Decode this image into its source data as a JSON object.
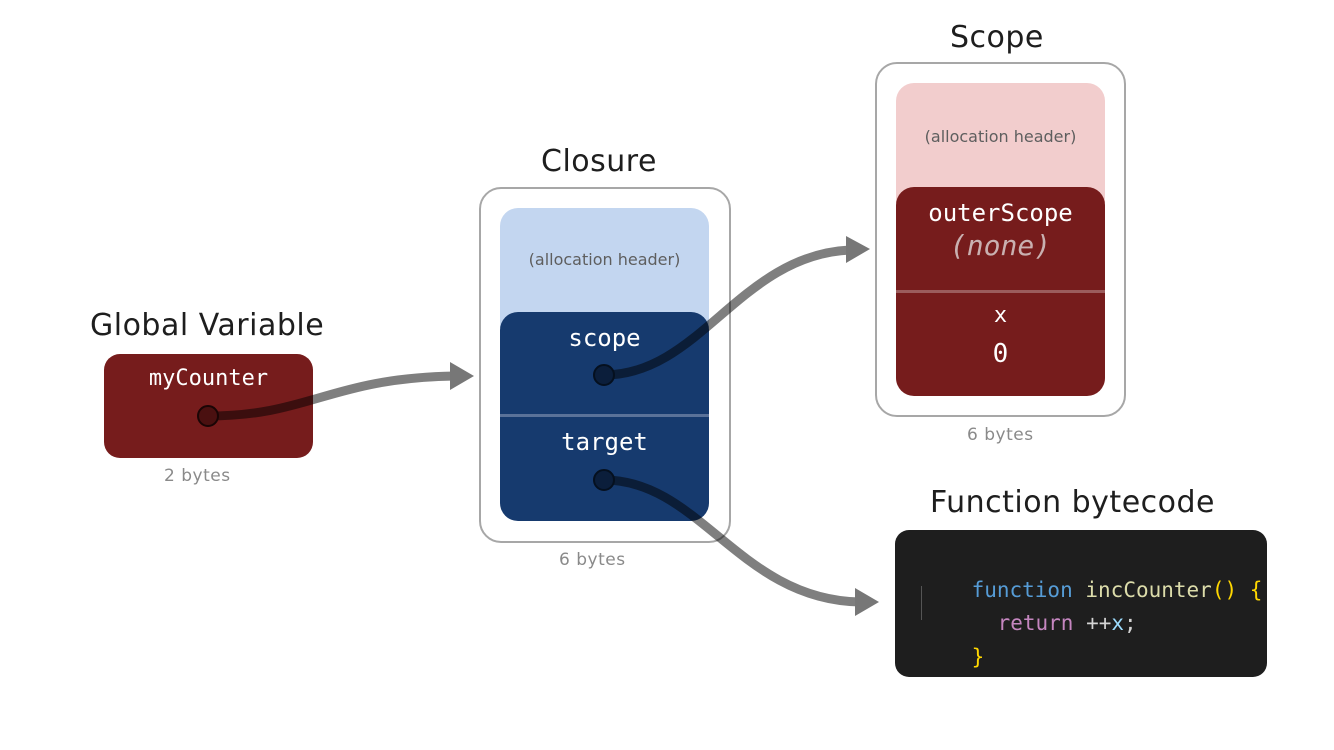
{
  "global": {
    "title": "Global Variable",
    "field": "myCounter",
    "size": "2 bytes"
  },
  "closure": {
    "title": "Closure",
    "header": "(allocation header)",
    "fields": [
      "scope",
      "target"
    ],
    "size": "6 bytes",
    "header_color": "#c3d6f0",
    "body_color": "#163a6e"
  },
  "scope": {
    "title": "Scope",
    "header": "(allocation header)",
    "outer_label": "outerScope",
    "outer_value": "(none)",
    "var_name": "x",
    "var_value": "0",
    "size": "6 bytes",
    "header_color": "#f2cdcd",
    "body_color": "#761c1c"
  },
  "bytecode": {
    "title": "Function bytecode",
    "keyword": "function",
    "name": "incCounter",
    "parens": "()",
    "brace_open": "{",
    "return_kw": "return",
    "op": "++",
    "var": "x",
    "semicolon": ";",
    "brace_close": "}",
    "colors": {
      "keyword": "#569cd6",
      "function_name": "#dcdcaa",
      "bracket": "#ffd700",
      "return": "#c586c0",
      "variable": "#9cdcfe",
      "text": "#d4d4d4",
      "background": "#1e1e1e"
    }
  },
  "arrow_color": "#777777"
}
